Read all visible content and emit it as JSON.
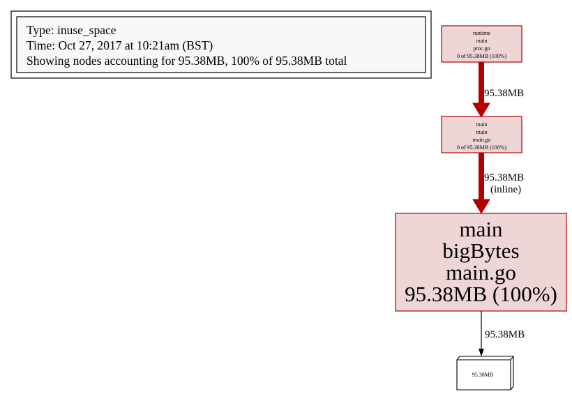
{
  "legend": {
    "line1": "Type: inuse_space",
    "line2": "Time: Oct 27, 2017 at 10:21am (BST)",
    "line3": "Showing nodes accounting for 95.38MB, 100% of 95.38MB total"
  },
  "colors": {
    "node_fill": "#edd6d5",
    "node_stroke": "#b20000",
    "edge_heavy": "#b20000",
    "edge_light": "#000000",
    "legend_fill": "#f8f8f8"
  },
  "nodes": {
    "runtime_main": {
      "line1": "runtime",
      "line2": "main",
      "line3": "proc.go",
      "line4": "0 of 95.38MB (100%)"
    },
    "main_main": {
      "line1": "main",
      "line2": "main",
      "line3": "main.go",
      "line4": "0 of 95.38MB (100%)"
    },
    "main_bigbytes": {
      "line1": "main",
      "line2": "bigBytes",
      "line3": "main.go",
      "line4": "95.38MB (100%)"
    },
    "alloc_box": {
      "label": "95.38MB"
    }
  },
  "edges": {
    "runtime_to_main": {
      "label": "95.38MB"
    },
    "main_to_bigbytes": {
      "label": "95.38MB",
      "sublabel": "(inline)"
    },
    "bigbytes_to_alloc": {
      "label": "95.38MB"
    }
  }
}
